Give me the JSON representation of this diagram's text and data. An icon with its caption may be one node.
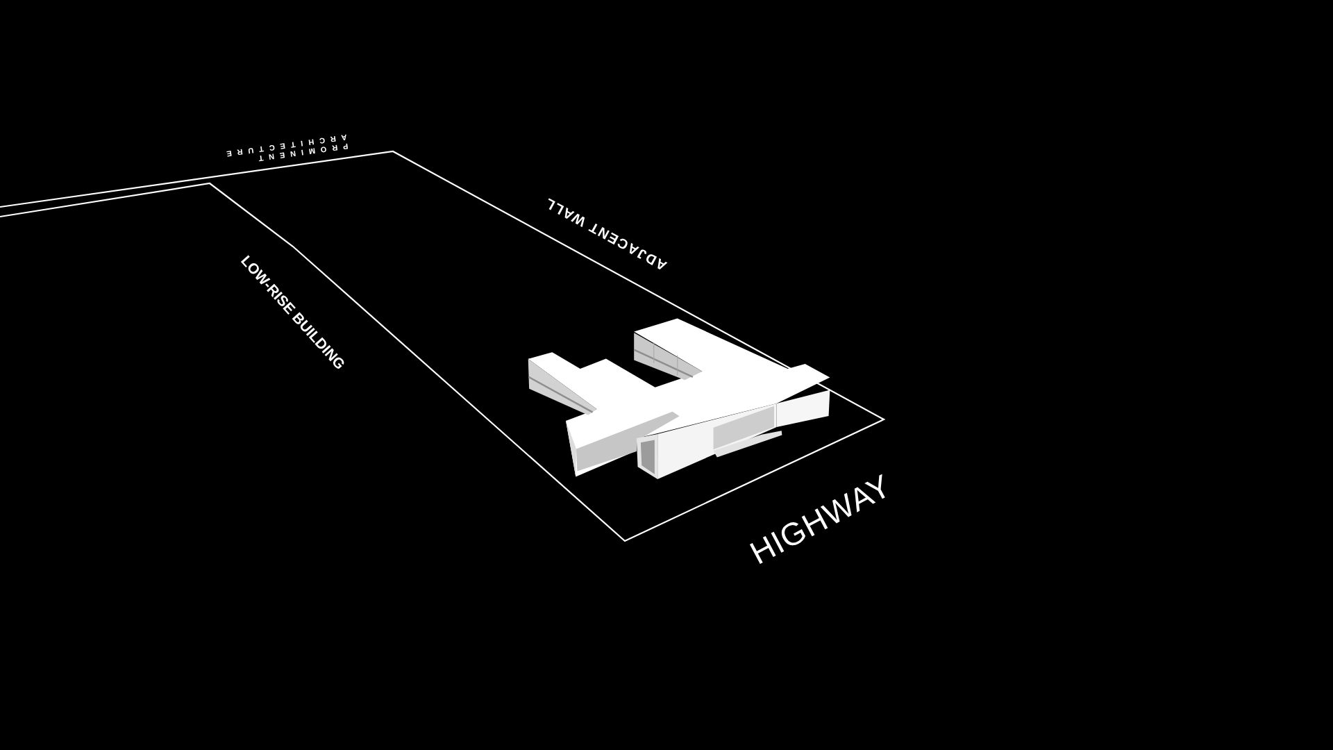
{
  "diagram": {
    "labels": [
      "PROMINENT ARCHITECTURE",
      "ADJACENT WALL",
      "LOW-RISE BUILDING",
      "HIGHWAY"
    ]
  }
}
